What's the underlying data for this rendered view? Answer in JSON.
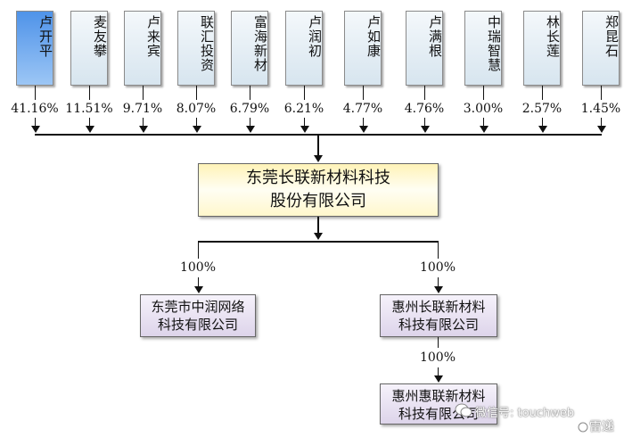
{
  "shareholders": [
    {
      "name": "卢开平",
      "pct": "41.16%"
    },
    {
      "name": "麦友攀",
      "pct": "11.51%"
    },
    {
      "name": "卢来宾",
      "pct": "9.71%"
    },
    {
      "name": "联汇投资",
      "pct": "8.07%"
    },
    {
      "name": "富海新材",
      "pct": "6.79%"
    },
    {
      "name": "卢润初",
      "pct": "6.21%"
    },
    {
      "name": "卢如康",
      "pct": "4.77%"
    },
    {
      "name": "卢满根",
      "pct": "4.76%"
    },
    {
      "name": "中瑞智慧",
      "pct": "3.00%"
    },
    {
      "name": "林长莲",
      "pct": "2.57%"
    },
    {
      "name": "郑昆石",
      "pct": "1.45%"
    }
  ],
  "main_company": {
    "line1": "东莞长联新材料科技",
    "line2": "股份有限公司"
  },
  "subsidiaries": {
    "left": {
      "line1": "东莞市中润网络",
      "line2": "科技有限公司",
      "pct": "100%"
    },
    "right": {
      "line1": "惠州长联新材料",
      "line2": "科技有限公司",
      "pct": "100%"
    },
    "bottom": {
      "line1": "惠州惠联新材料",
      "line2": "科技有限公司",
      "pct": "100%"
    }
  },
  "watermark": {
    "text": "微信号: touchweb",
    "brand": "雷递"
  }
}
